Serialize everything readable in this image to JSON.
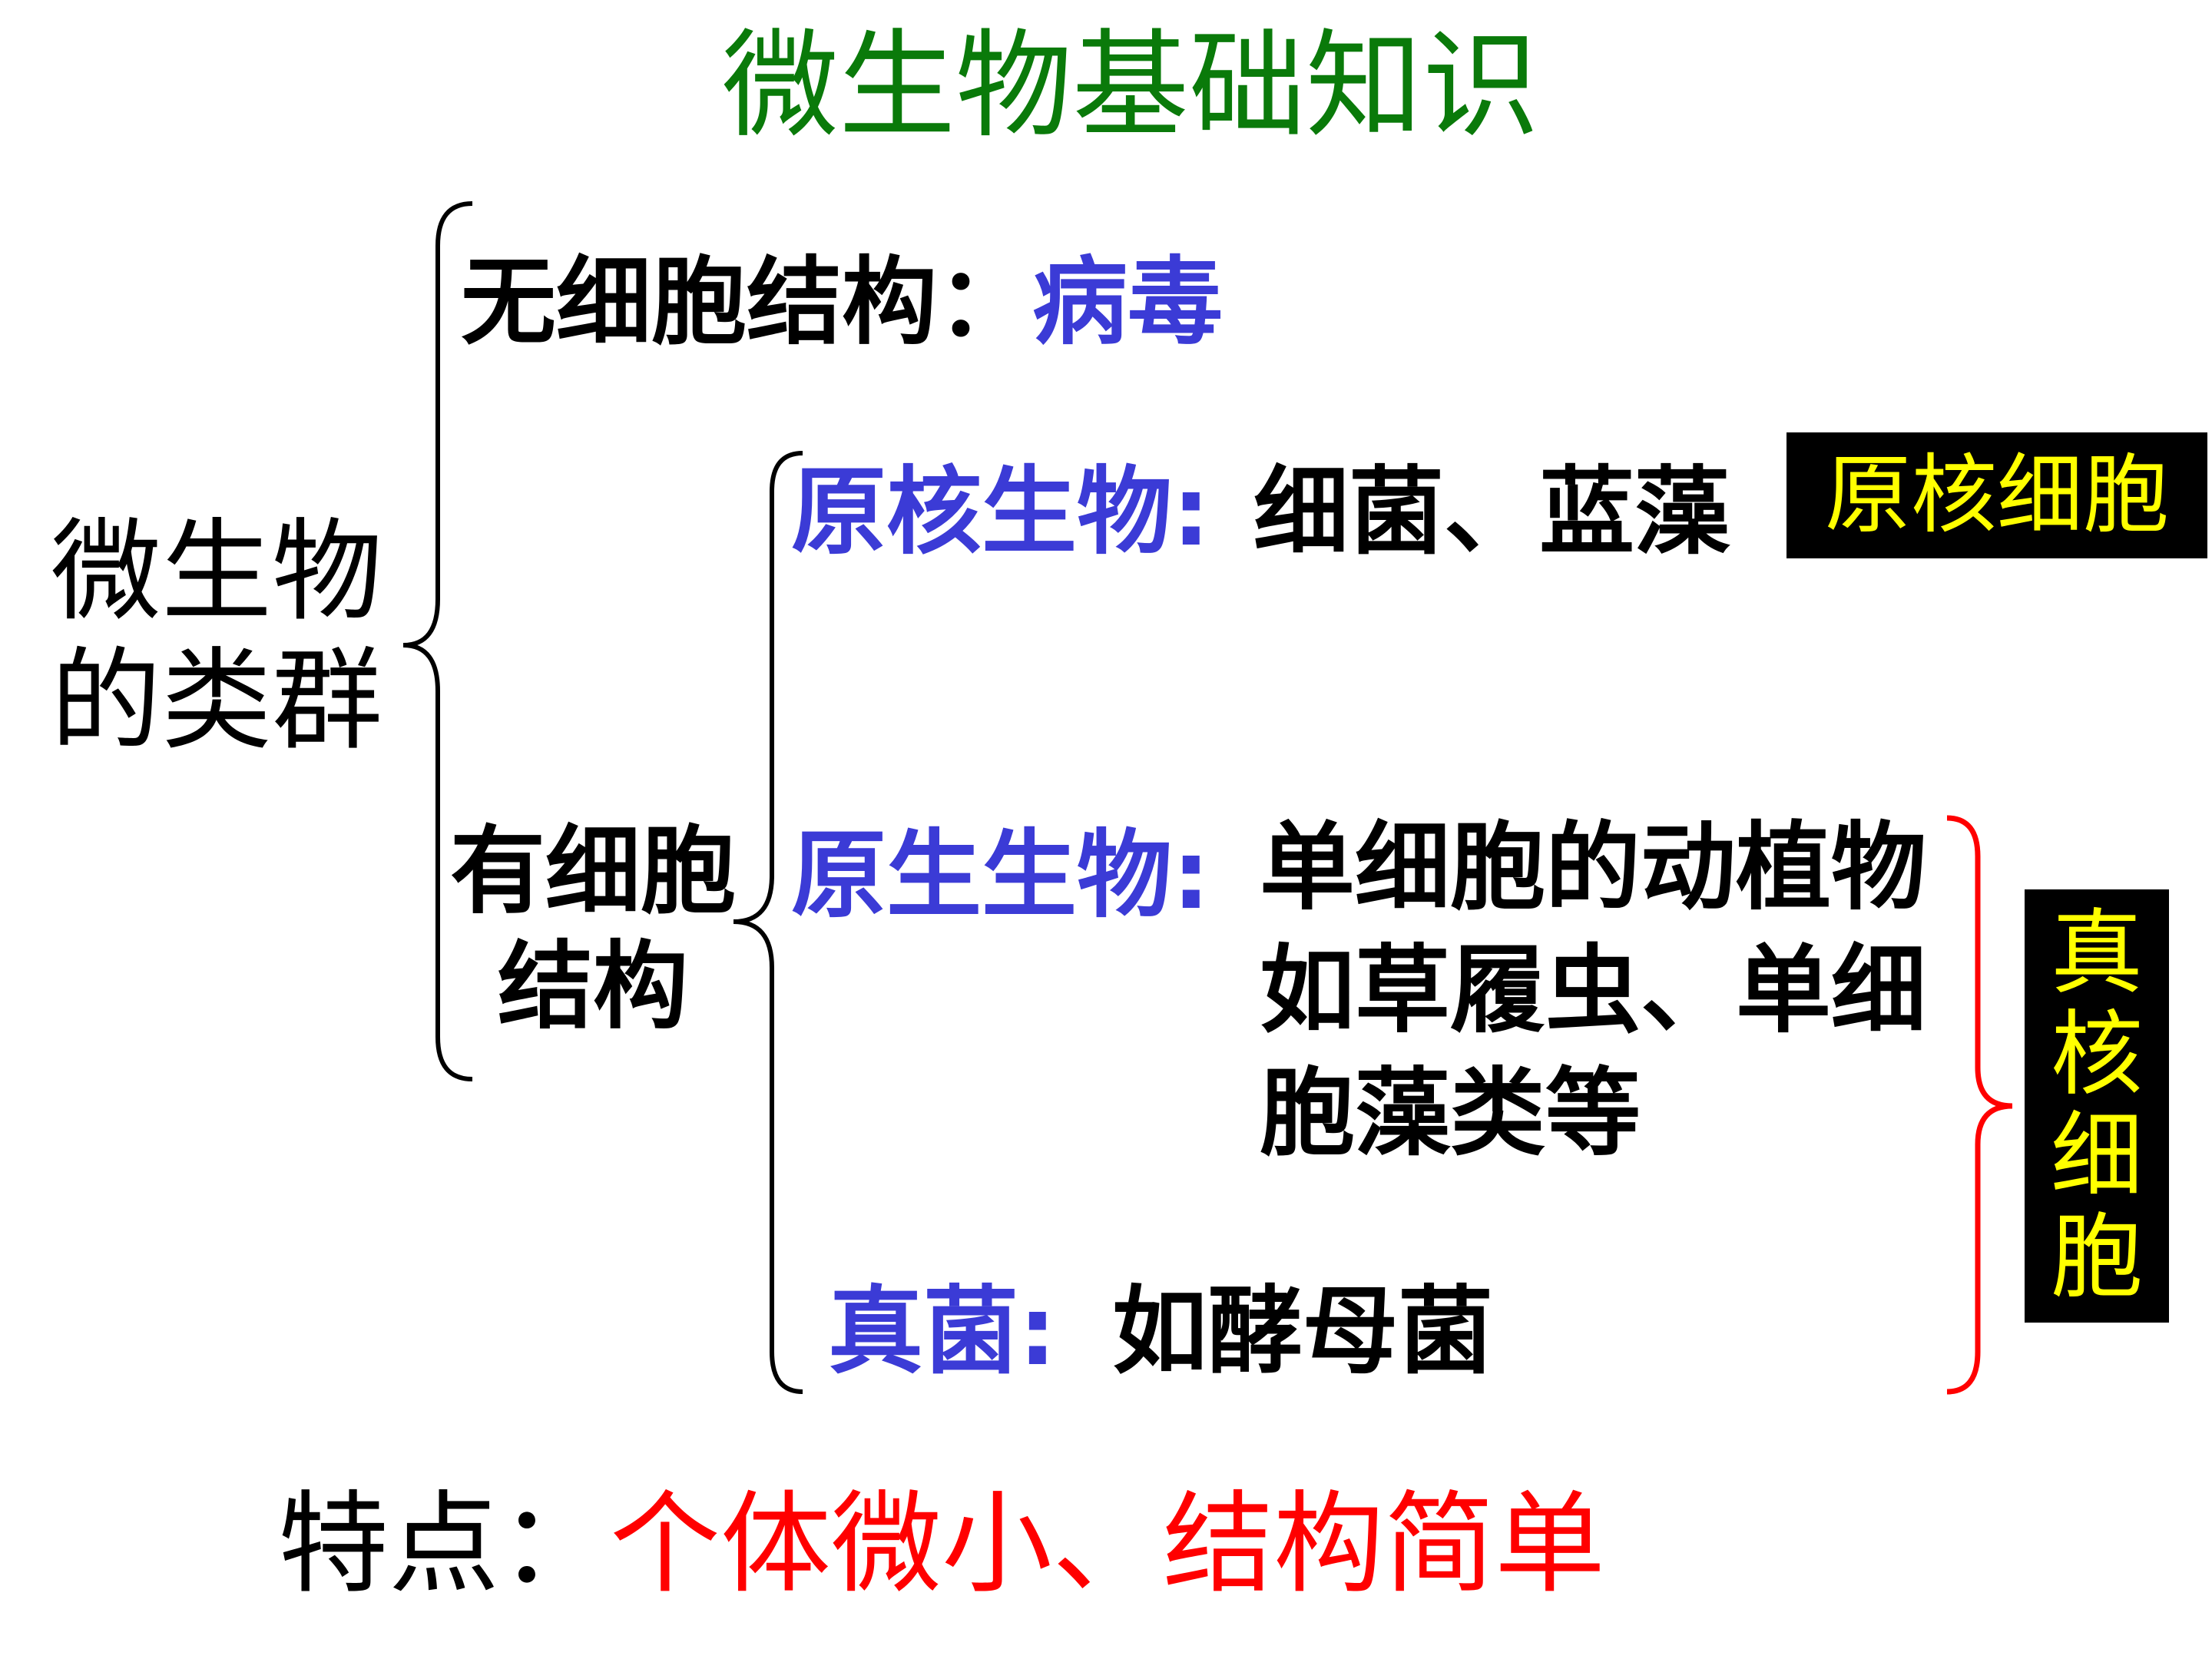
{
  "title": "微生物基础知识",
  "root_label": "微生物的类群",
  "branches": {
    "acellular": {
      "label": "无细胞结构：",
      "example": "病毒"
    },
    "cellular": {
      "label": "有细胞结构",
      "groups": {
        "prokaryote": {
          "label": "原核生物:",
          "examples": "细菌、蓝藻",
          "badge": "原核细胞"
        },
        "protist": {
          "label": "原生生物:",
          "examples": "单细胞的动植物如草履虫、单细胞藻类等"
        },
        "fungi": {
          "label": "真菌:",
          "examples": "如酵母菌"
        }
      },
      "eukaryote_badge": "真核细胞"
    }
  },
  "feature": {
    "label": "特点：",
    "text": "个体微小、结构简单"
  },
  "colors": {
    "title": "#0a7a0a",
    "label_blue": "#3b3bd6",
    "text_black": "#000000",
    "highlight_red": "#ff0000",
    "badge_bg": "#000000",
    "badge_text": "#ffff00"
  }
}
